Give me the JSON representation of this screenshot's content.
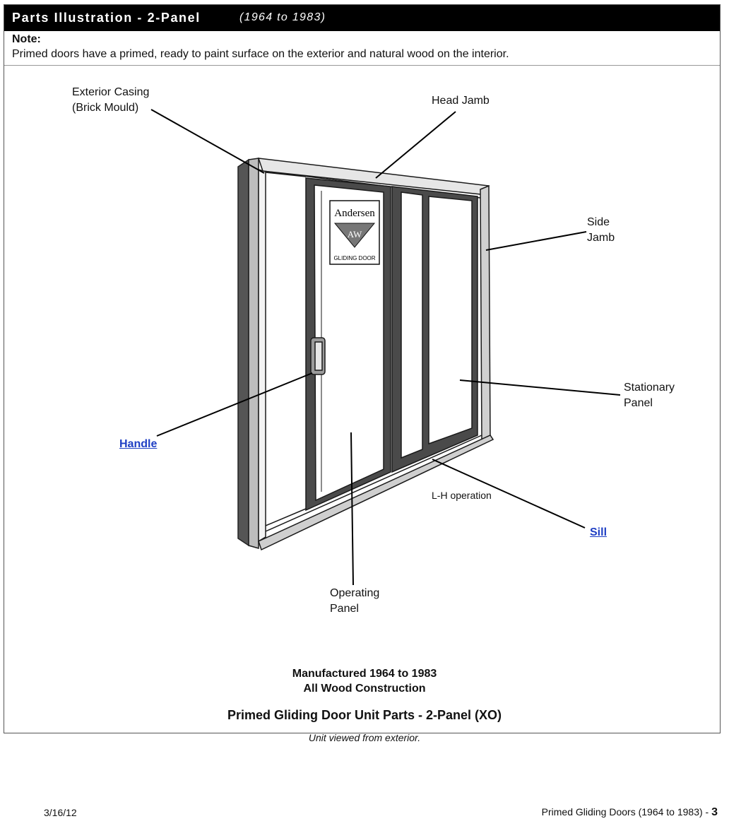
{
  "header": {
    "title": "Parts Illustration - 2-Panel",
    "years": "(1964 to 1983)"
  },
  "note": {
    "label": "Note:",
    "text": "Primed doors have a primed, ready to paint surface on the exterior and natural wood on the interior."
  },
  "illustration": {
    "labels": {
      "exterior_casing_line1": "Exterior Casing",
      "exterior_casing_line2": "(Brick Mould)",
      "head_jamb": "Head Jamb",
      "side_jamb_line1": "Side",
      "side_jamb_line2": "Jamb",
      "stationary_panel_line1": "Stationary",
      "stationary_panel_line2": "Panel",
      "handle": "Handle",
      "operation": "L-H operation",
      "sill": "Sill",
      "operating_panel_line1": "Operating",
      "operating_panel_line2": "Panel"
    },
    "badge": {
      "brand": "Andersen",
      "mark": "AW",
      "product": "GLIDING DOOR"
    }
  },
  "captions": {
    "line1": "Manufactured 1964 to 1983",
    "line2": "All Wood Construction",
    "title": "Primed Gliding Door Unit Parts - 2-Panel (XO)",
    "viewed": "Unit viewed from exterior."
  },
  "footer": {
    "date": "3/16/12",
    "doc_title": "Primed Gliding Doors (1964 to 1983) - ",
    "page": "3"
  },
  "colors": {
    "link": "#1f3fc4",
    "title_bar": "#000000"
  }
}
